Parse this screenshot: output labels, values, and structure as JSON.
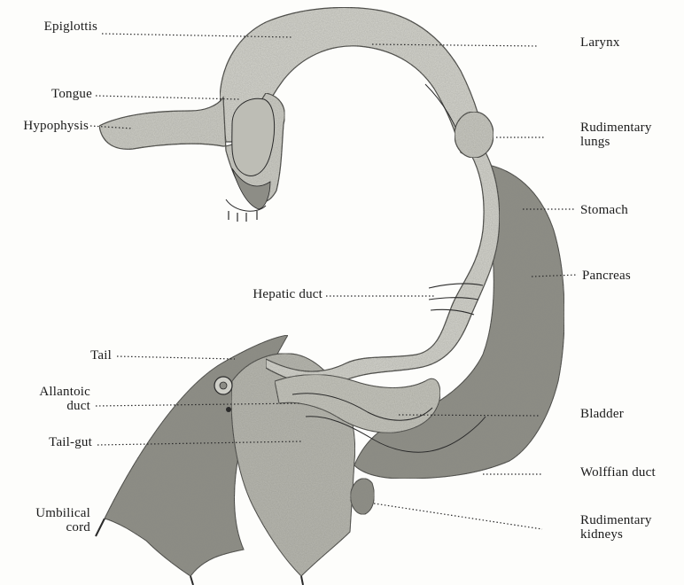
{
  "labels": {
    "epiglottis": "Epiglottis",
    "tongue": "Tongue",
    "hypophysis": "Hypophysis",
    "larynx": "Larynx",
    "rudimentary_lungs": "Rudimentary\nlungs",
    "stomach": "Stomach",
    "pancreas": "Pancreas",
    "hepatic_duct": "Hepatic duct",
    "tail": "Tail",
    "allantoic_duct": "Allantoic\nduct",
    "tail_gut": "Tail-gut",
    "umbilical_cord": "Umbilical\ncord",
    "bladder": "Bladder",
    "wolffian_duct": "Wolffian duct",
    "rudimentary_kidneys": "Rudimentary\nkidneys"
  },
  "colors": {
    "tissue_dark": "#8d8d86",
    "tissue_mid": "#b8b8b0",
    "tissue_light": "#d6d6cf",
    "line": "#2a2a2a"
  }
}
